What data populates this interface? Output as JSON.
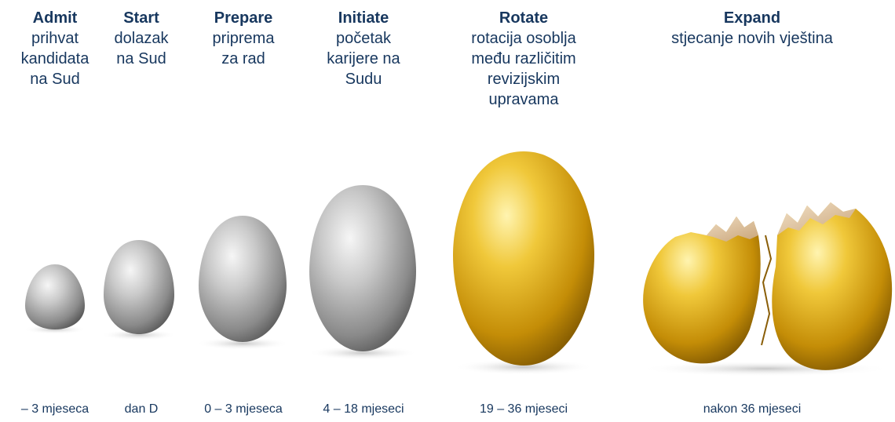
{
  "stages": [
    {
      "title": "Admit",
      "description": "prihvat\nkandidata\nna Sud",
      "timeframe": "– 3 mjeseca",
      "egg": "silver"
    },
    {
      "title": "Start",
      "description": "dolazak\nna Sud",
      "timeframe": "dan D",
      "egg": "silver"
    },
    {
      "title": "Prepare",
      "description": "priprema\nza rad",
      "timeframe": "0 – 3 mjeseca",
      "egg": "silver"
    },
    {
      "title": "Initiate",
      "description": "početak\nkarijere na\nSudu",
      "timeframe": "4 – 18 mjeseci",
      "egg": "silver"
    },
    {
      "title": "Rotate",
      "description": "rotacija osoblja\nmeđu različitim\nrevizijskim\nupravama",
      "timeframe": "19 – 36 mjeseci",
      "egg": "gold"
    },
    {
      "title": "Expand",
      "description": "stjecanje novih vještina",
      "timeframe": "nakon 36 mjeseci",
      "egg": "gold-cracked"
    }
  ],
  "colors": {
    "text": "#17375e",
    "silver_light": "#f4f4f4",
    "silver_mid": "#b9b9b9",
    "silver_dark": "#5e5e5e",
    "gold_light": "#fff2a8",
    "gold_mid": "#d9a70c",
    "gold_dark": "#7a5200",
    "shell_inner": "#e9d3b8"
  }
}
